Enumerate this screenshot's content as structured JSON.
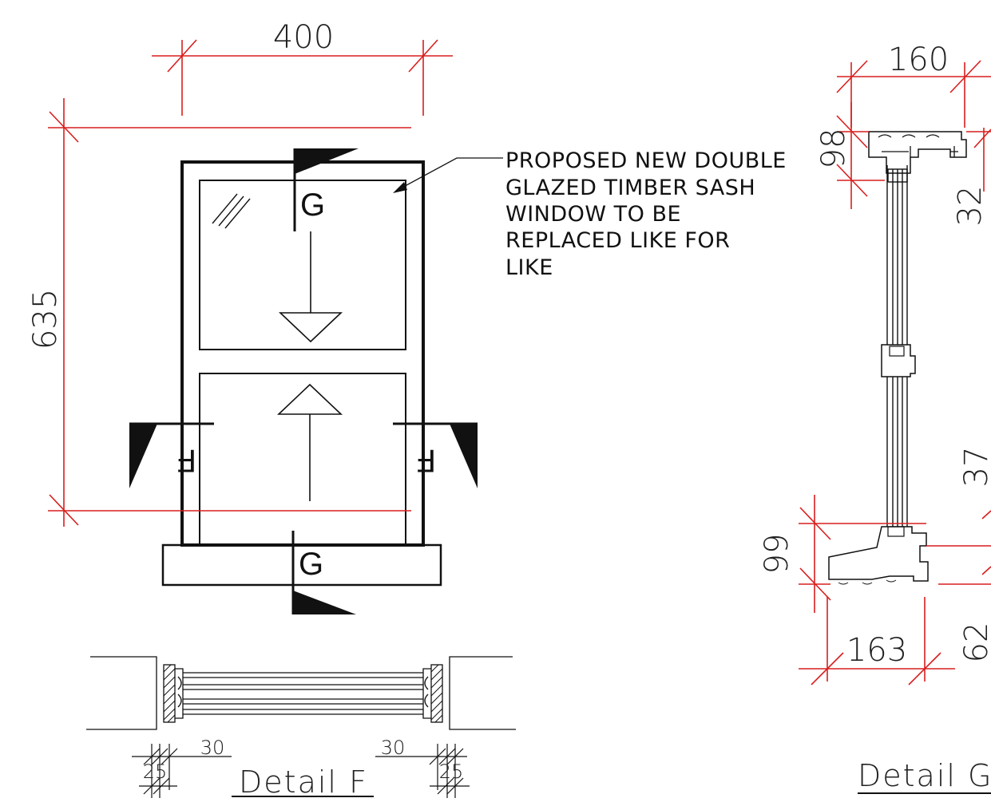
{
  "elevation": {
    "width_dim": "400",
    "height_dim": "635",
    "section_mark_top": "G",
    "section_mark_bottom": "G",
    "section_mark_left": "F",
    "section_mark_right": "F"
  },
  "note": {
    "lines": [
      "PROPOSED NEW DOUBLE",
      "GLAZED TIMBER SASH",
      "WINDOW TO BE",
      "REPLACED LIKE FOR",
      "LIKE"
    ]
  },
  "detail_f": {
    "title": "Detail F",
    "dim_left_outer": "25",
    "dim_left_inner": "30",
    "dim_right_inner": "30",
    "dim_right_outer": "25"
  },
  "detail_g": {
    "title": "Detail G",
    "dim_top_width": "160",
    "dim_top_head": "98",
    "dim_right_top": "32",
    "dim_right_mid": "37",
    "dim_sill_height": "99",
    "dim_sill_width": "163",
    "dim_right_bottom": "62"
  },
  "colors": {
    "dimension": "#d81e1e",
    "linework": "#111111"
  }
}
